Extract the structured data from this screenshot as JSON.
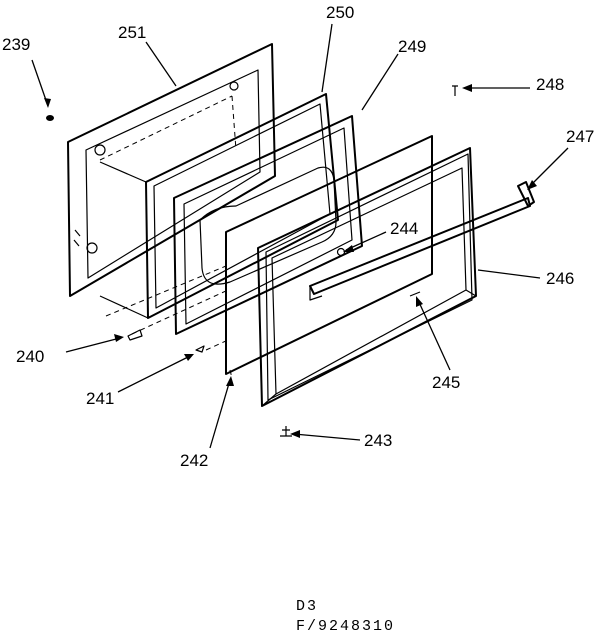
{
  "diagram": {
    "callouts": {
      "c239": "239",
      "c251": "251",
      "c250": "250",
      "c249": "249",
      "c248": "248",
      "c247": "247",
      "c244": "244",
      "c246": "246",
      "c240": "240",
      "c241": "241",
      "c242": "242",
      "c245": "245",
      "c243": "243"
    },
    "caption": {
      "line1": "D3",
      "line2": "F/9248310"
    }
  }
}
